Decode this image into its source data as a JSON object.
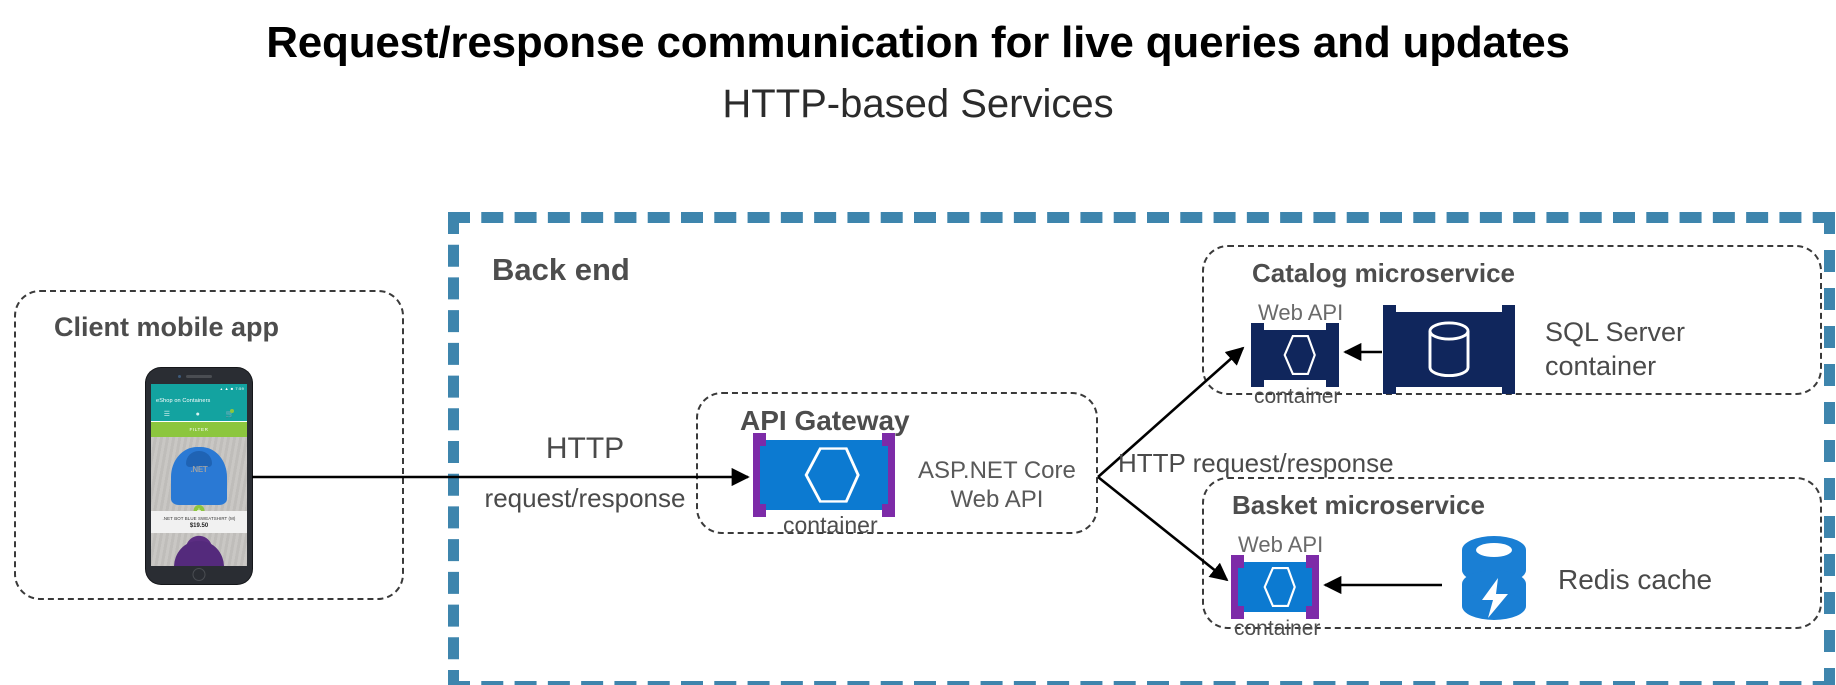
{
  "header": {
    "title": "Request/response communication for live queries and updates",
    "subtitle": "HTTP-based Services"
  },
  "colors": {
    "backend_border": "#3e85ad",
    "group_border": "#3a3a3a",
    "container_blue": "#0c7ad1",
    "container_navy": "#10265c",
    "bracket_purple": "#7d2ba8",
    "redis_blue": "#1a7fd4",
    "title_text": "#000000",
    "group_title_text": "#4d4d4d"
  },
  "backend": {
    "label": "Back end"
  },
  "client": {
    "title": "Client mobile app",
    "phone": {
      "app_name": "eShop on Containers",
      "status_time": "7:59",
      "tabs": [
        "menu-icon",
        "person-icon",
        "cart-icon"
      ],
      "filter_button": "FILTER",
      "product_logo": ".NET",
      "product_name": ".NET BOT BLUE SWEATSHIRT (M)",
      "product_price": "$19.50",
      "add_badge": "+"
    }
  },
  "gateway": {
    "title": "API Gateway",
    "container_caption": "container",
    "tech_line1": "ASP.NET Core",
    "tech_line2": "Web API"
  },
  "catalog": {
    "title": "Catalog microservice",
    "webapi_label": "Web API",
    "container_caption": "container",
    "database_line1": "SQL Server",
    "database_line2": "container"
  },
  "basket": {
    "title": "Basket microservice",
    "webapi_label": "Web API",
    "container_caption": "container",
    "cache_label": "Redis cache"
  },
  "edges": {
    "http_label": "HTTP",
    "http_sub_label": "request/response",
    "http_request_response": "HTTP request/response"
  }
}
